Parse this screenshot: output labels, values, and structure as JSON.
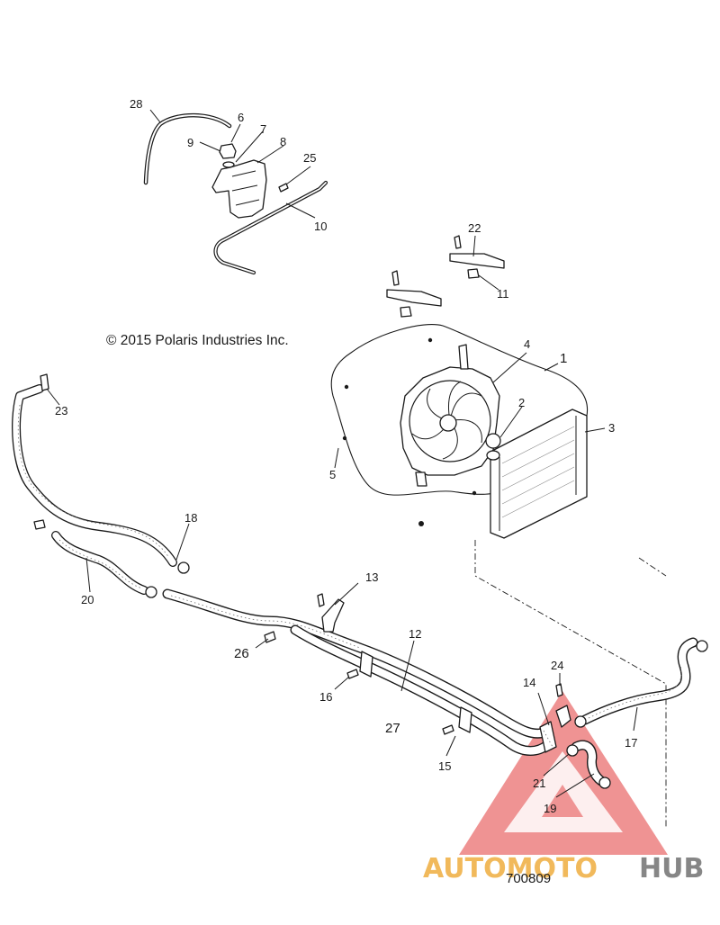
{
  "copyright": "© 2015 Polaris Industries Inc.",
  "diagram_number": "700809",
  "watermark": {
    "brand_part1": "AUTOMOTO",
    "brand_part2": "HUB",
    "triangle_color": "#e23a3a",
    "brand_color_1": "#f0b24a",
    "brand_color_2": "#7a7a7a"
  },
  "callouts": {
    "c1": "1",
    "c2": "2",
    "c3": "3",
    "c4": "4",
    "c5": "5",
    "c6": "6",
    "c7": "7",
    "c8": "8",
    "c9": "9",
    "c10": "10",
    "c11": "11",
    "c12": "12",
    "c13": "13",
    "c14": "14",
    "c15": "15",
    "c16": "16",
    "c17": "17",
    "c18": "18",
    "c19": "19",
    "c20": "20",
    "c21": "21",
    "c22": "22",
    "c23": "23",
    "c24": "24",
    "c25": "25",
    "c26": "26",
    "c27": "27",
    "c28": "28"
  }
}
